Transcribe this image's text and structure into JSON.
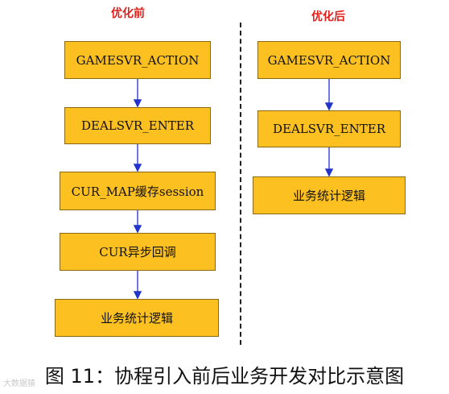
{
  "before": {
    "title": "优化前",
    "steps": [
      "GAMESVR_ACTION",
      "DEALSVR_ENTER",
      "CUR_MAP缓存session",
      "CUR异步回调",
      "业务统计逻辑"
    ]
  },
  "after": {
    "title": "优化后",
    "steps": [
      "GAMESVR_ACTION",
      "DEALSVR_ENTER",
      "业务统计逻辑"
    ]
  },
  "caption": "图 11：协程引入前后业务开发对比示意图",
  "watermark": "大数据猿",
  "colors": {
    "box_fill": "#fdc021",
    "arrow": "#2233cc",
    "heading": "#e0211b"
  }
}
